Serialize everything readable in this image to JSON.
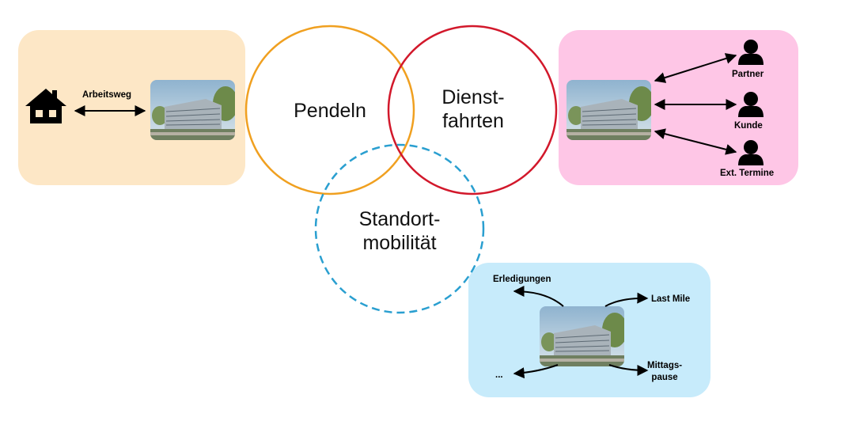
{
  "colors": {
    "pendeln": "#f0a020",
    "dienstfahrten": "#d2182b",
    "standort": "#2a9fd0",
    "panel_left": "#fde7c6",
    "panel_right": "#fec6e6",
    "panel_bottom": "#c7ebfb"
  },
  "circles": {
    "pendeln": "Pendeln",
    "dienst_line1": "Dienst-",
    "dienst_line2": "fahrten",
    "standort_line1": "Standort-",
    "standort_line2": "mobilität"
  },
  "left_panel": {
    "arrow_label": "Arbeitsweg",
    "icon": "house-icon"
  },
  "right_panel": {
    "targets": [
      "Partner",
      "Kunde",
      "Ext. Termine"
    ],
    "icon": "person-icon"
  },
  "bottom_panel": {
    "top_left": "Erledigungen",
    "top_right": "Last Mile",
    "bottom_left": "...",
    "bottom_right_line1": "Mittags-",
    "bottom_right_line2": "pause"
  }
}
